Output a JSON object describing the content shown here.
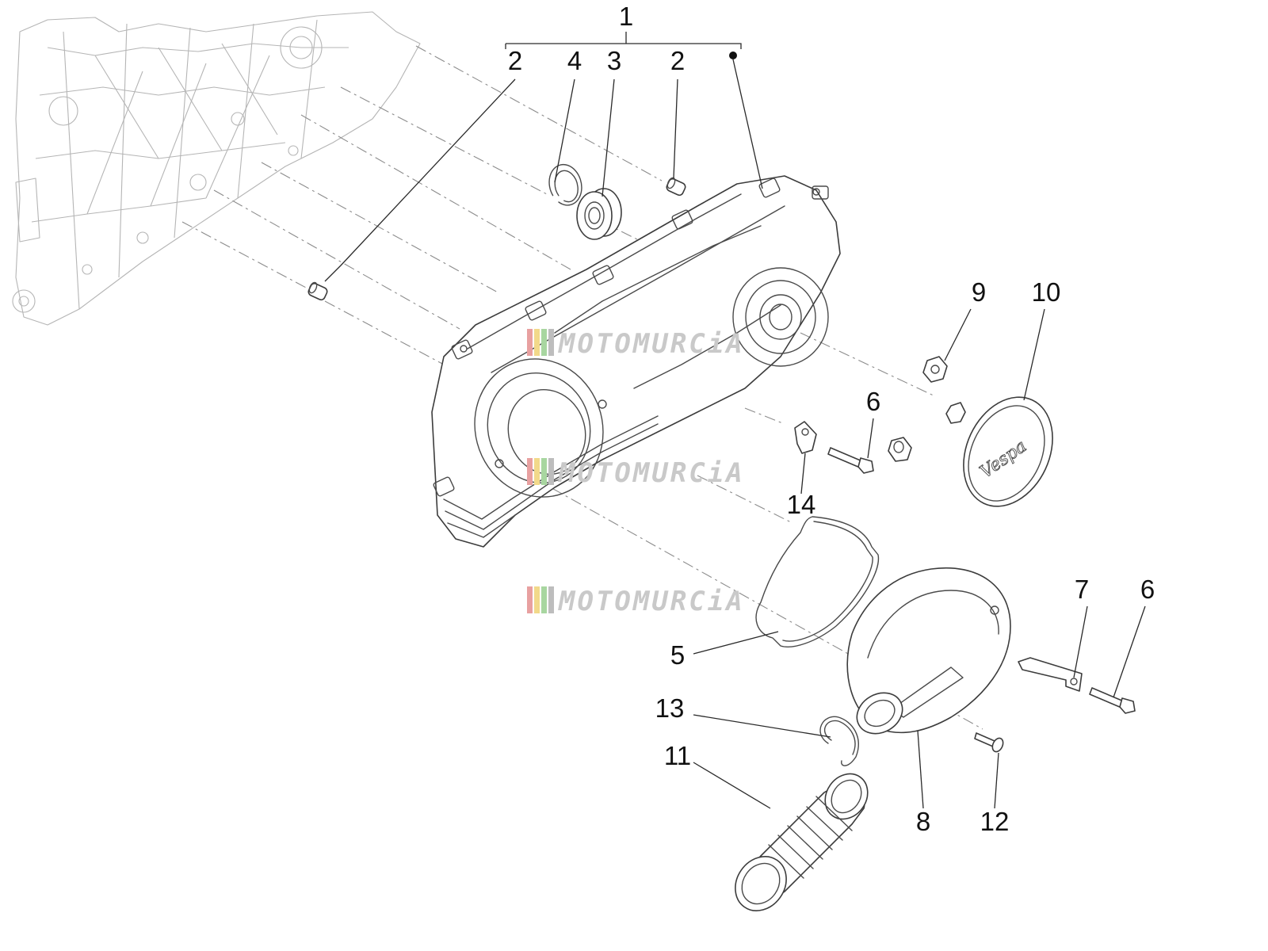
{
  "callouts": [
    "1",
    "2",
    "4",
    "3",
    "2",
    "9",
    "10",
    "6",
    "14",
    "7",
    "6",
    "5",
    "13",
    "11",
    "8",
    "12"
  ],
  "watermark": {
    "text": "MOTOMURCiA",
    "stripe_colors": [
      "#e8a0a0",
      "#f2d98a",
      "#a8d6a0",
      "#bdbdbd"
    ]
  },
  "logo_text": "Vespa",
  "colors": {
    "line": "#3c3c3c",
    "faint_line": "#b5b5b5",
    "label": "#111111"
  }
}
